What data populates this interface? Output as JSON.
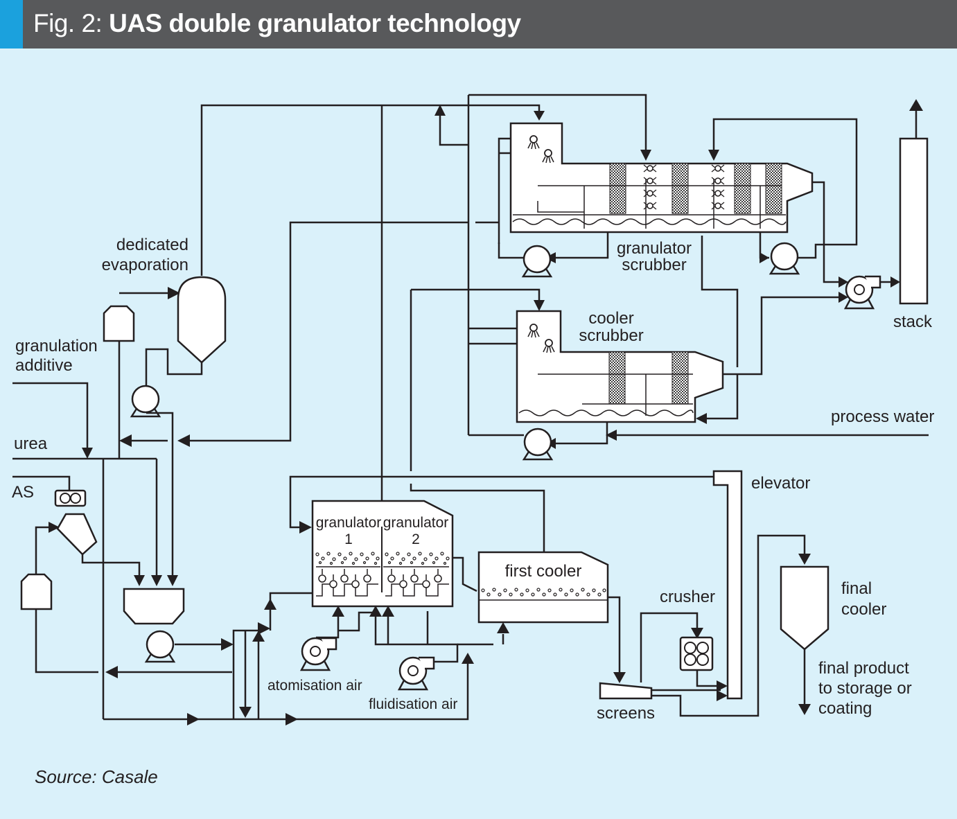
{
  "figure": {
    "title_prefix": "Fig. 2: ",
    "title_main": "UAS double granulator technology",
    "source": "Source: Casale"
  },
  "labels": {
    "dedicated_evaporation_1": "dedicated",
    "dedicated_evaporation_2": "evaporation",
    "granulation_additive_1": "granulation",
    "granulation_additive_2": "additive",
    "urea": "urea",
    "as": "AS",
    "granulator_scrubber_1": "granulator",
    "granulator_scrubber_2": "scrubber",
    "cooler_scrubber_1": "cooler",
    "cooler_scrubber_2": "scrubber",
    "stack": "stack",
    "process_water": "process water",
    "elevator": "elevator",
    "granulator1_1": "granulator",
    "granulator1_2": "1",
    "granulator2_1": "granulator",
    "granulator2_2": "2",
    "first_cooler": "first cooler",
    "crusher": "crusher",
    "final_cooler_1": "final",
    "final_cooler_2": "cooler",
    "atomisation_air": "atomisation air",
    "fluidisation_air": "fluidisation air",
    "screens": "screens",
    "final_product_1": "final product",
    "final_product_2": "to storage or",
    "final_product_3": "coating"
  },
  "colors": {
    "background": "#daf1fa",
    "header": "#58595b",
    "accent": "#1ba1dd",
    "line": "#231f20",
    "packing": "#3d3d3d"
  }
}
